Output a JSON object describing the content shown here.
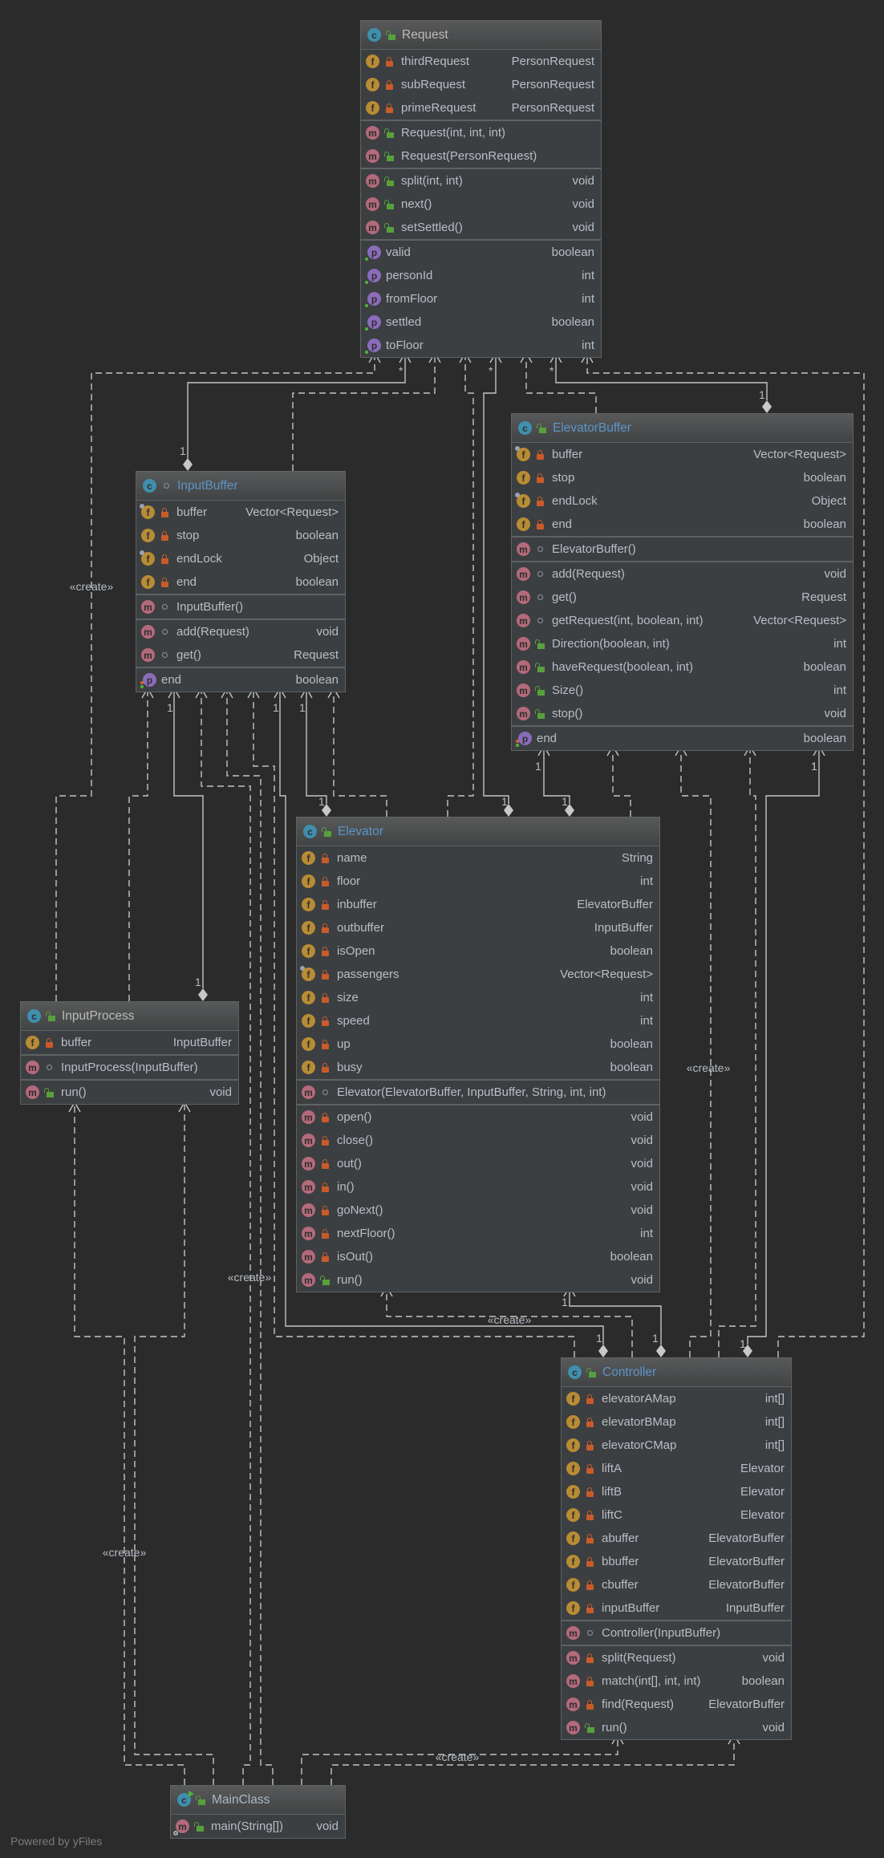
{
  "footer": "Powered by yFiles",
  "colors": {
    "background": "#2b2b2b",
    "box": "#3c3f41",
    "edge": "#c4c4c4",
    "title_blue": "#5b95c9",
    "title_gray": "#bbbbbb"
  },
  "multiplicity_labels": [
    "*",
    "*",
    "*",
    "1",
    "1",
    "1",
    "1",
    "1",
    "1",
    "1",
    "1",
    "1",
    "1",
    "1",
    "1",
    "1",
    "1",
    "1",
    "1"
  ],
  "create_labels": [
    "«create»",
    "«create»",
    "«create»",
    "«create»",
    "«create»",
    "«create»"
  ],
  "classes": [
    {
      "title": "Request",
      "title_color": "#bbbbbb",
      "icon": "class-icon",
      "vis": "public",
      "sections": [
        [
          {
            "k": "f",
            "v": "private",
            "name": "thirdRequest",
            "type": "PersonRequest"
          },
          {
            "k": "f",
            "v": "private",
            "name": "subRequest",
            "type": "PersonRequest"
          },
          {
            "k": "f",
            "v": "private",
            "name": "primeRequest",
            "type": "PersonRequest"
          }
        ],
        [
          {
            "k": "m",
            "v": "public",
            "name": "Request(int, int, int)",
            "type": ""
          },
          {
            "k": "m",
            "v": "public",
            "name": "Request(PersonRequest)",
            "type": ""
          }
        ],
        [
          {
            "k": "m",
            "v": "public",
            "name": "split(int, int)",
            "type": "void"
          },
          {
            "k": "m",
            "v": "public",
            "name": "next()",
            "type": "void"
          },
          {
            "k": "m",
            "v": "public",
            "name": "setSettled()",
            "type": "void"
          }
        ],
        [
          {
            "k": "p",
            "name": "valid",
            "type": "boolean"
          },
          {
            "k": "p",
            "name": "personId",
            "type": "int"
          },
          {
            "k": "p",
            "name": "fromFloor",
            "type": "int"
          },
          {
            "k": "p",
            "name": "settled",
            "type": "boolean"
          },
          {
            "k": "p",
            "name": "toFloor",
            "type": "int"
          }
        ]
      ]
    },
    {
      "title": "ElevatorBuffer",
      "title_color": "#5b95c9",
      "icon": "class-icon",
      "vis": "public",
      "sections": [
        [
          {
            "k": "f",
            "v": "private",
            "name": "buffer",
            "type": "Vector<Request>",
            "final": true
          },
          {
            "k": "f",
            "v": "private",
            "name": "stop",
            "type": "boolean"
          },
          {
            "k": "f",
            "v": "private",
            "name": "endLock",
            "type": "Object",
            "final": true
          },
          {
            "k": "f",
            "v": "private",
            "name": "end",
            "type": "boolean"
          }
        ],
        [
          {
            "k": "m",
            "v": "package",
            "name": "ElevatorBuffer()",
            "type": ""
          }
        ],
        [
          {
            "k": "m",
            "v": "package",
            "name": "add(Request)",
            "type": "void"
          },
          {
            "k": "m",
            "v": "package",
            "name": "get()",
            "type": "Request"
          },
          {
            "k": "m",
            "v": "package",
            "name": "getRequest(int, boolean, int)",
            "type": "Vector<Request>"
          },
          {
            "k": "m",
            "v": "public",
            "name": "Direction(boolean, int)",
            "type": "int"
          },
          {
            "k": "m",
            "v": "public",
            "name": "haveRequest(boolean, int)",
            "type": "boolean"
          },
          {
            "k": "m",
            "v": "public",
            "name": "Size()",
            "type": "int"
          },
          {
            "k": "m",
            "v": "public",
            "name": "stop()",
            "type": "void"
          }
        ],
        [
          {
            "k": "p",
            "name": "end",
            "type": "boolean",
            "rw": true
          }
        ]
      ]
    },
    {
      "title": "InputBuffer",
      "title_color": "#5b95c9",
      "icon": "class-icon",
      "vis": "package",
      "sections": [
        [
          {
            "k": "f",
            "v": "private",
            "name": "buffer",
            "type": "Vector<Request>",
            "final": true
          },
          {
            "k": "f",
            "v": "private",
            "name": "stop",
            "type": "boolean"
          },
          {
            "k": "f",
            "v": "private",
            "name": "endLock",
            "type": "Object",
            "final": true
          },
          {
            "k": "f",
            "v": "private",
            "name": "end",
            "type": "boolean"
          }
        ],
        [
          {
            "k": "m",
            "v": "package",
            "name": "InputBuffer()",
            "type": ""
          }
        ],
        [
          {
            "k": "m",
            "v": "package",
            "name": "add(Request)",
            "type": "void"
          },
          {
            "k": "m",
            "v": "package",
            "name": "get()",
            "type": "Request"
          }
        ],
        [
          {
            "k": "p",
            "name": "end",
            "type": "boolean",
            "rw": true
          }
        ]
      ]
    },
    {
      "title": "Elevator",
      "title_color": "#5b95c9",
      "icon": "class-icon",
      "vis": "public",
      "sections": [
        [
          {
            "k": "f",
            "v": "private",
            "name": "name",
            "type": "String"
          },
          {
            "k": "f",
            "v": "private",
            "name": "floor",
            "type": "int"
          },
          {
            "k": "f",
            "v": "private",
            "name": "inbuffer",
            "type": "ElevatorBuffer"
          },
          {
            "k": "f",
            "v": "private",
            "name": "outbuffer",
            "type": "InputBuffer"
          },
          {
            "k": "f",
            "v": "private",
            "name": "isOpen",
            "type": "boolean"
          },
          {
            "k": "f",
            "v": "private",
            "name": "passengers",
            "type": "Vector<Request>",
            "final": true
          },
          {
            "k": "f",
            "v": "private",
            "name": "size",
            "type": "int"
          },
          {
            "k": "f",
            "v": "private",
            "name": "speed",
            "type": "int"
          },
          {
            "k": "f",
            "v": "private",
            "name": "up",
            "type": "boolean"
          },
          {
            "k": "f",
            "v": "private",
            "name": "busy",
            "type": "boolean"
          }
        ],
        [
          {
            "k": "m",
            "v": "package",
            "name": "Elevator(ElevatorBuffer, InputBuffer, String, int, int)",
            "type": ""
          }
        ],
        [
          {
            "k": "m",
            "v": "private",
            "name": "open()",
            "type": "void"
          },
          {
            "k": "m",
            "v": "private",
            "name": "close()",
            "type": "void"
          },
          {
            "k": "m",
            "v": "private",
            "name": "out()",
            "type": "void"
          },
          {
            "k": "m",
            "v": "private",
            "name": "in()",
            "type": "void"
          },
          {
            "k": "m",
            "v": "private",
            "name": "goNext()",
            "type": "void"
          },
          {
            "k": "m",
            "v": "private",
            "name": "nextFloor()",
            "type": "int"
          },
          {
            "k": "m",
            "v": "private",
            "name": "isOut()",
            "type": "boolean"
          },
          {
            "k": "m",
            "v": "public",
            "name": "run()",
            "type": "void"
          }
        ]
      ]
    },
    {
      "title": "InputProcess",
      "title_color": "#bbbbbb",
      "icon": "class-icon",
      "vis": "public",
      "sections": [
        [
          {
            "k": "f",
            "v": "private",
            "name": "buffer",
            "type": "InputBuffer"
          }
        ],
        [
          {
            "k": "m",
            "v": "package",
            "name": "InputProcess(InputBuffer)",
            "type": ""
          }
        ],
        [
          {
            "k": "m",
            "v": "public",
            "name": "run()",
            "type": "void"
          }
        ]
      ]
    },
    {
      "title": "Controller",
      "title_color": "#5b95c9",
      "icon": "class-icon",
      "vis": "public",
      "sections": [
        [
          {
            "k": "f",
            "v": "private",
            "name": "elevatorAMap",
            "type": "int[]"
          },
          {
            "k": "f",
            "v": "private",
            "name": "elevatorBMap",
            "type": "int[]"
          },
          {
            "k": "f",
            "v": "private",
            "name": "elevatorCMap",
            "type": "int[]"
          },
          {
            "k": "f",
            "v": "private",
            "name": "liftA",
            "type": "Elevator"
          },
          {
            "k": "f",
            "v": "private",
            "name": "liftB",
            "type": "Elevator"
          },
          {
            "k": "f",
            "v": "private",
            "name": "liftC",
            "type": "Elevator"
          },
          {
            "k": "f",
            "v": "private",
            "name": "abuffer",
            "type": "ElevatorBuffer"
          },
          {
            "k": "f",
            "v": "private",
            "name": "bbuffer",
            "type": "ElevatorBuffer"
          },
          {
            "k": "f",
            "v": "private",
            "name": "cbuffer",
            "type": "ElevatorBuffer"
          },
          {
            "k": "f",
            "v": "private",
            "name": "inputBuffer",
            "type": "InputBuffer"
          }
        ],
        [
          {
            "k": "m",
            "v": "package",
            "name": "Controller(InputBuffer)",
            "type": ""
          }
        ],
        [
          {
            "k": "m",
            "v": "private",
            "name": "split(Request)",
            "type": "void"
          },
          {
            "k": "m",
            "v": "private",
            "name": "match(int[], int, int)",
            "type": "boolean"
          },
          {
            "k": "m",
            "v": "private",
            "name": "find(Request)",
            "type": "ElevatorBuffer"
          },
          {
            "k": "m",
            "v": "public",
            "name": "run()",
            "type": "void"
          }
        ]
      ]
    },
    {
      "title": "MainClass",
      "title_color": "#a9b7c6",
      "icon": "runnable-class-icon",
      "vis": "public",
      "sections": [
        [
          {
            "k": "m",
            "v": "public",
            "name": "main(String[])",
            "type": "void",
            "static": true
          }
        ]
      ]
    }
  ]
}
